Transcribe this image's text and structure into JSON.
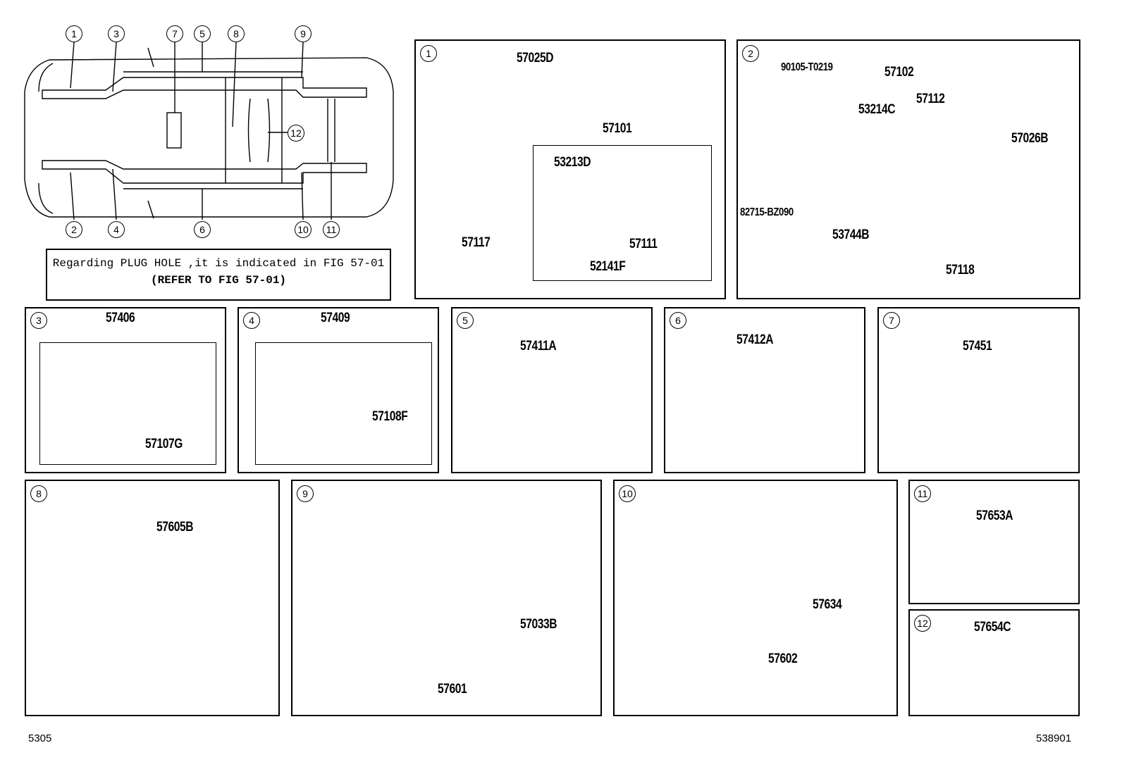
{
  "overview": {
    "top_callouts": [
      "1",
      "3",
      "7",
      "5",
      "8",
      "9"
    ],
    "bottom_callouts": [
      "2",
      "4",
      "6",
      "10",
      "11"
    ],
    "mid_callout": "12",
    "note_line1": "Regarding PLUG HOLE ,it is indicated in FIG 57-01",
    "note_line2": "(REFER TO FIG 57-01)"
  },
  "panels": {
    "p1": {
      "num": "1",
      "parts": {
        "a": "57025D",
        "b": "57101",
        "c": "53213D",
        "d": "57117",
        "e": "57111",
        "f": "52141F"
      }
    },
    "p2": {
      "num": "2",
      "parts": {
        "a": "90105-T0219",
        "b": "57102",
        "c": "53214C",
        "d": "57112",
        "e": "57026B",
        "f": "82715-BZ090",
        "g": "53744B",
        "h": "57118"
      }
    },
    "p3": {
      "num": "3",
      "parts": {
        "a": "57406",
        "b": "57107G"
      }
    },
    "p4": {
      "num": "4",
      "parts": {
        "a": "57409",
        "b": "57108F"
      }
    },
    "p5": {
      "num": "5",
      "parts": {
        "a": "57411A"
      }
    },
    "p6": {
      "num": "6",
      "parts": {
        "a": "57412A"
      }
    },
    "p7": {
      "num": "7",
      "parts": {
        "a": "57451"
      }
    },
    "p8": {
      "num": "8",
      "parts": {
        "a": "57605B"
      }
    },
    "p9": {
      "num": "9",
      "parts": {
        "a": "57033B",
        "b": "57601"
      }
    },
    "p10": {
      "num": "10",
      "parts": {
        "a": "57634",
        "b": "57602"
      }
    },
    "p11": {
      "num": "11",
      "parts": {
        "a": "57653A"
      }
    },
    "p12": {
      "num": "12",
      "parts": {
        "a": "57654C"
      }
    }
  },
  "footer": {
    "left": "5305",
    "right": "538901"
  }
}
